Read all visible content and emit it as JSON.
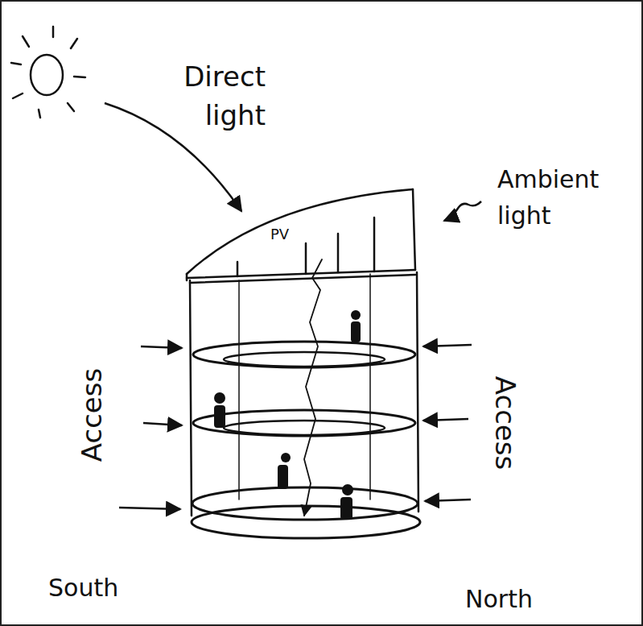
{
  "diagram": {
    "labels": [
      "Direct light",
      "PV",
      "Ambient light",
      "Access",
      "Access",
      "South",
      "North"
    ]
  }
}
